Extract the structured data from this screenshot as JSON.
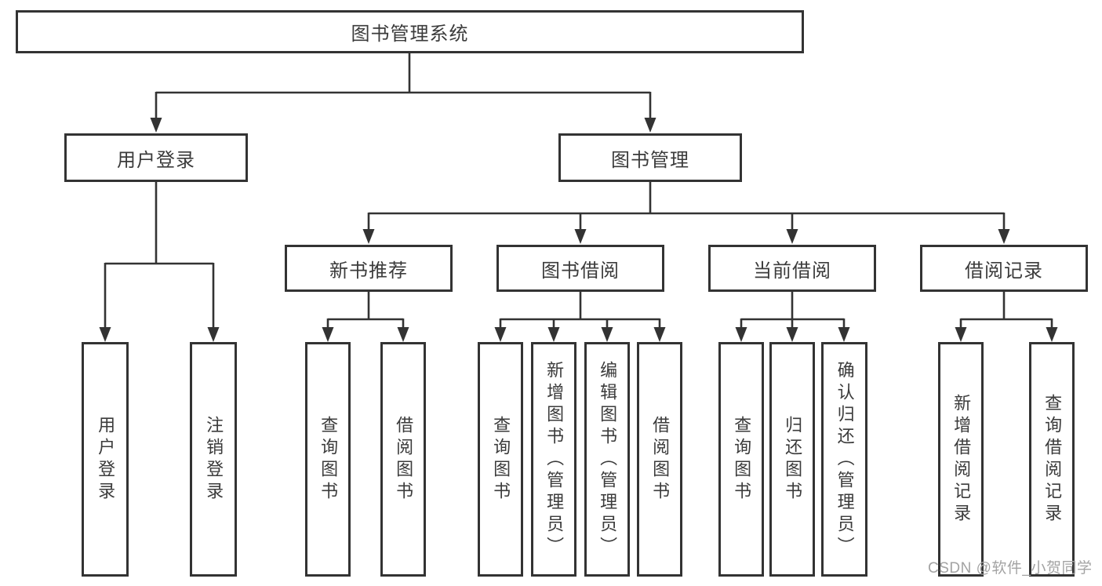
{
  "diagram": {
    "title_node": "图书管理系统",
    "level2": {
      "user_login": "用户登录",
      "book_management": "图书管理"
    },
    "level3": {
      "new_book_recommend": "新书推荐",
      "book_borrow": "图书借阅",
      "current_borrow": "当前借阅",
      "borrow_records": "借阅记录"
    },
    "leaves": {
      "user_login": [
        "用户登录",
        "注销登录"
      ],
      "new_book_recommend": [
        "查询图书",
        "借阅图书"
      ],
      "book_borrow": [
        "查询图书",
        "新增图书（管理员）",
        "编辑图书（管理员）",
        "借阅图书"
      ],
      "current_borrow": [
        "查询图书",
        "归还图书",
        "确认归还（管理员）"
      ],
      "borrow_records": [
        "新增借阅记录",
        "查询借阅记录"
      ]
    }
  },
  "watermark": "CSDN @软件_小贺同学",
  "colors": {
    "line": "#333333",
    "text": "#3b3b3b",
    "watermark": "#a3a3a3",
    "background": "#ffffff"
  }
}
